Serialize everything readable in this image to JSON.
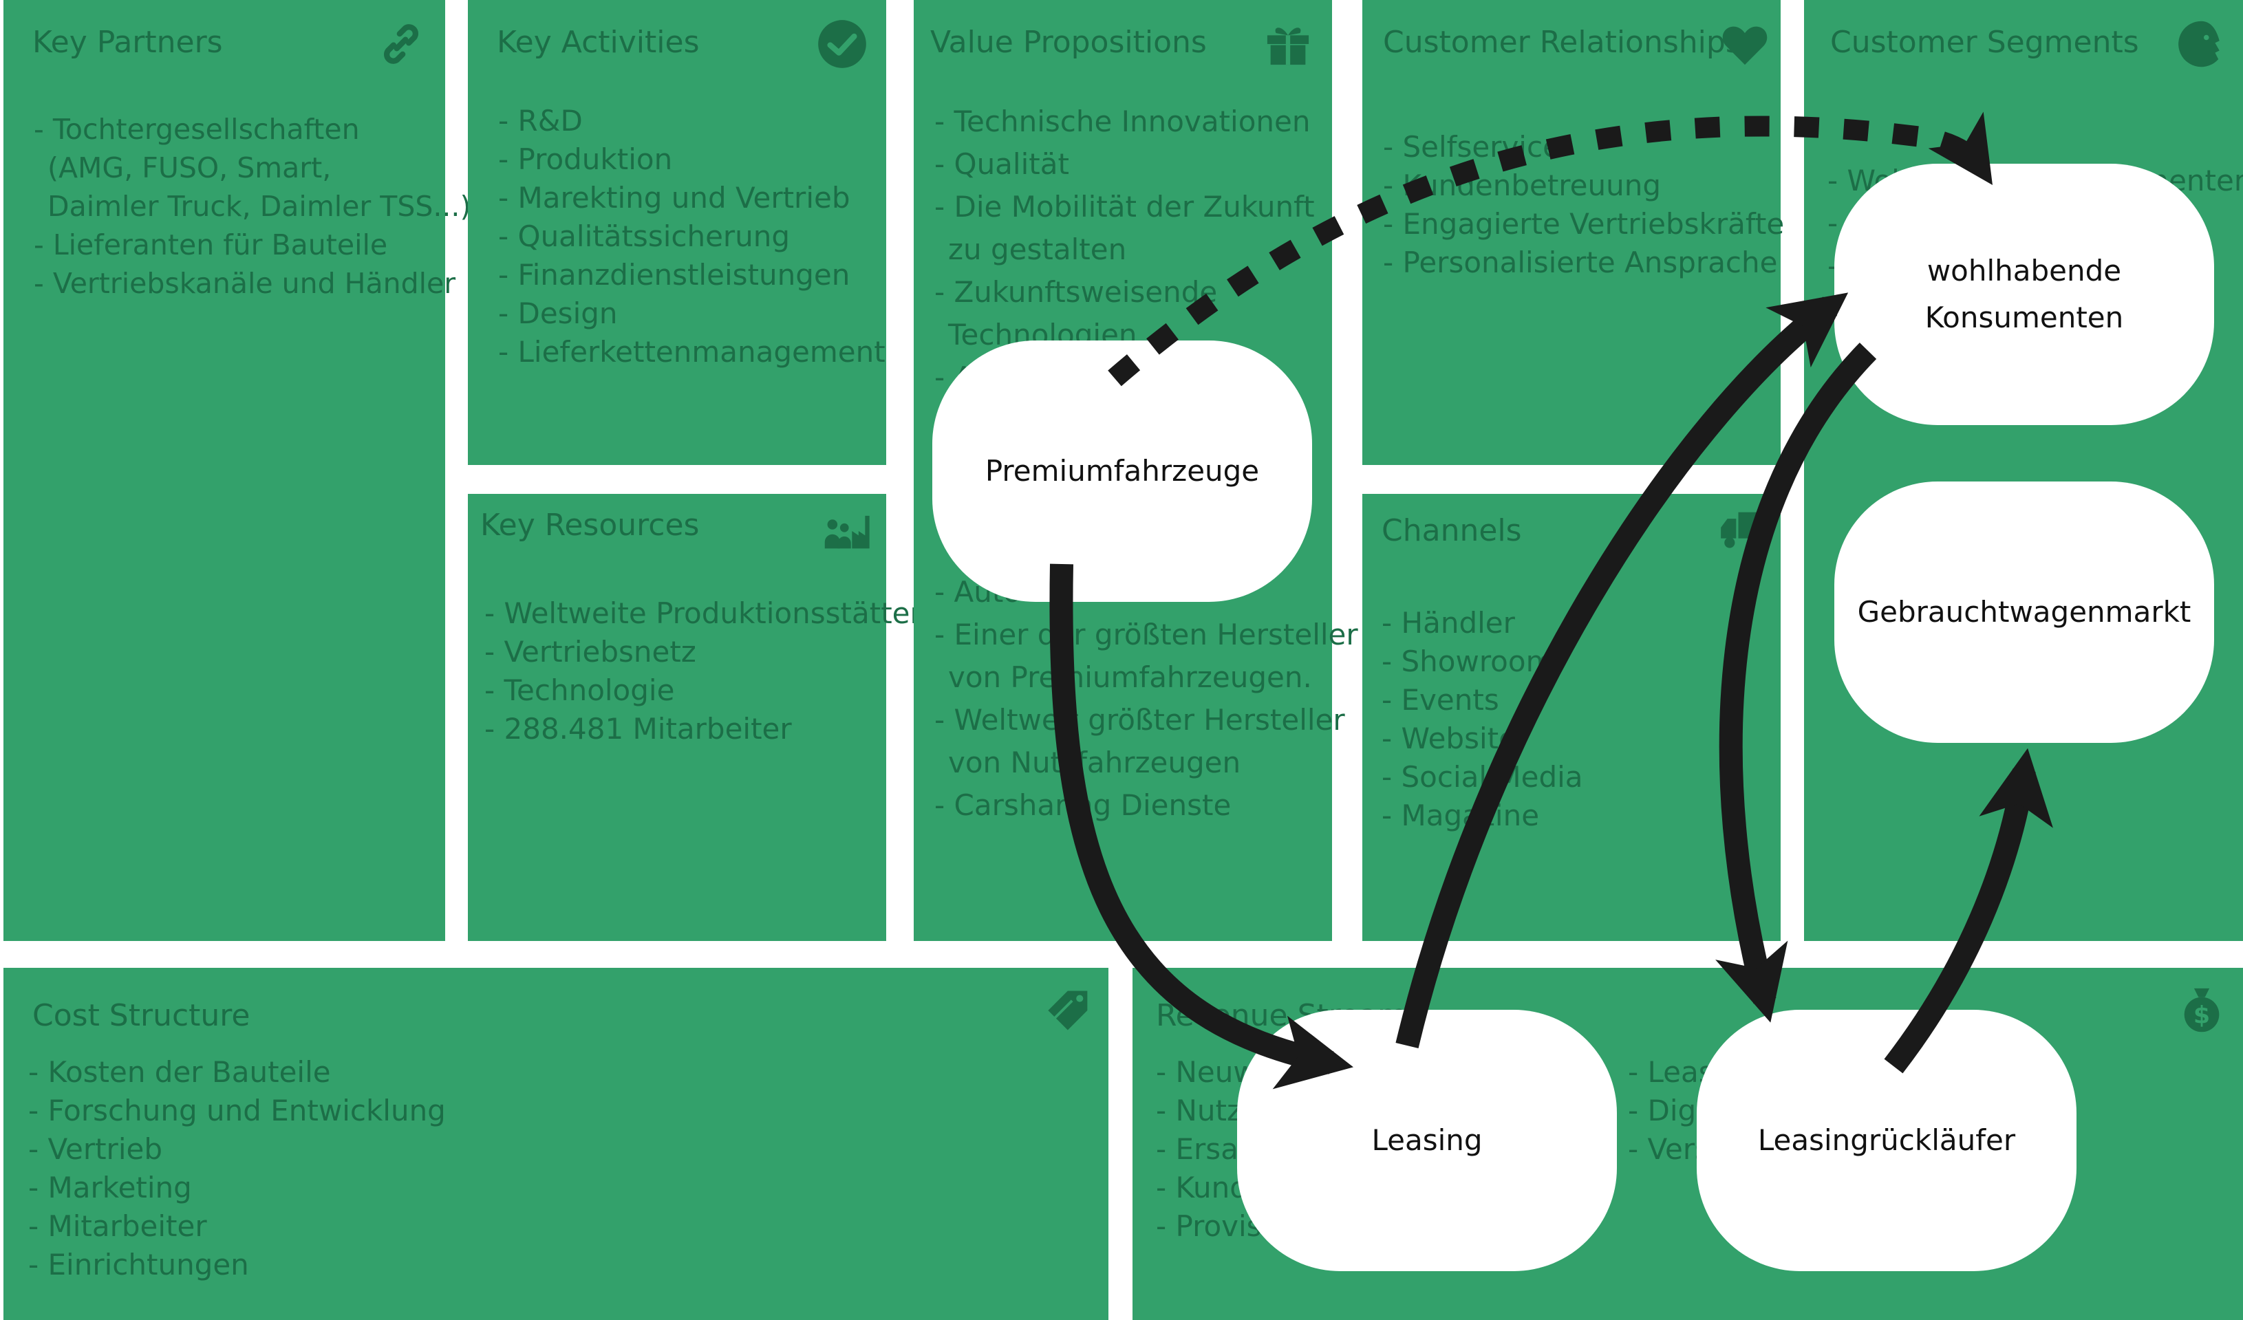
{
  "canvas": {
    "blocks": {
      "key_partners": {
        "title": "Key Partners",
        "icon": "link-icon",
        "items": [
          "- Tochtergesellschaften",
          "  (AMG, FUSO, Smart,",
          "  Daimler Truck, Daimler TSS...)",
          "- Lieferanten für Bauteile",
          "- Vertriebskanäle und Händler"
        ]
      },
      "key_activities": {
        "title": "Key Activities",
        "icon": "check-circle-icon",
        "items": [
          "- R&D",
          "- Produktion",
          "- Marekting und Vertrieb",
          "- Qualitätssicherung",
          "- Finanzdienstleistungen",
          "- Design",
          "- Lieferkettenmanagement"
        ]
      },
      "key_resources": {
        "title": "Key Resources",
        "icon": "factory-workers-icon",
        "items": [
          "- Weltweite Produktionsstätten",
          "- Vertriebsnetz",
          "- Technologie",
          "- 288.481 Mitarbeiter"
        ]
      },
      "value_propositions": {
        "title": "Value Propositions",
        "icon": "gift-icon",
        "items_top": [
          "- Technische Innovationen",
          "- Qualität",
          "- Die Mobilität der Zukunft",
          "  zu gestalten",
          "- Zukunftsweisende",
          "  Technologien",
          "- A"
        ],
        "items_bottom": [
          "- Auto",
          "- Einer der größten Hersteller",
          "  von Premiumfahrzeugen.",
          "- Weltweit größter Hersteller",
          "  von Nutzfahrzeugen",
          "- Carsharing Dienste"
        ]
      },
      "customer_relationships": {
        "title": "Customer Relationships",
        "icon": "heart-icon",
        "items": [
          "- Selfservice",
          "- Kundenbetreuung",
          "- Engagierte Vertriebskräfte",
          "- Personalisierte Ansprache"
        ]
      },
      "channels": {
        "title": "Channels",
        "icon": "truck-icon",
        "items": [
          "- Händler",
          "- Showroom",
          "- Events",
          "- Website",
          "- Social Media",
          "- Magazine"
        ]
      },
      "customer_segments": {
        "title": "Customer Segments",
        "icon": "face-icon",
        "items": [
          "- Wohlhabende Konsumenten",
          "- ",
          "- "
        ]
      },
      "cost_structure": {
        "title": "Cost Structure",
        "icon": "price-tag-icon",
        "items": [
          "- Kosten der Bauteile",
          "- Forschung und Entwicklung",
          "- Vertrieb",
          "- Marketing",
          "- Mitarbeiter",
          "- Einrichtungen"
        ]
      },
      "revenue_streams": {
        "title": "Revenue Streams",
        "icon": "money-bag-icon",
        "items_left": [
          "- Neuw",
          "- Nutz",
          "- Ersa",
          "- Kund",
          "- Provisi"
        ],
        "items_right": [
          "- Leasi",
          "- Digi",
          "- Vers"
        ]
      }
    },
    "overlay": {
      "premium": "Premiumfahrzeuge",
      "wealthy_line1": "wohlhabende",
      "wealthy_line2": "Konsumenten",
      "used_market": "Gebrauchtwagenmarkt",
      "leasing": "Leasing",
      "lease_return": "Leasingrückläufer"
    },
    "colors": {
      "block_green": "#33a16b",
      "text_dark_green": "#1c6e47",
      "bubble_white": "#ffffff",
      "arrow_black": "#1a1a1a"
    }
  }
}
